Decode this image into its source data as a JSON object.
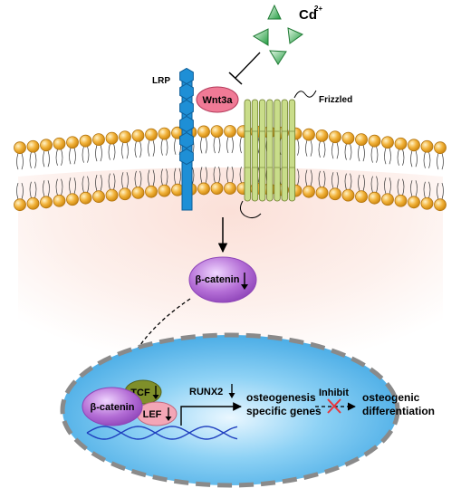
{
  "labels": {
    "cd": "Cd",
    "cd_charge": "2+",
    "lrp": "LRP",
    "wnt3a": "Wnt3a",
    "frizzled": "Frizzled",
    "beta_catenin_cyto": "β-catenin",
    "beta_catenin_nuc": "β-catenin",
    "tcf": "TCF",
    "lef": "LEF",
    "runx2": "RUNX2",
    "genes_line1": "osteogenesis",
    "genes_line2": "specific genes",
    "inhibit": "Inhibit",
    "outcome_line1": "osteogenic",
    "outcome_line2": "differentiation"
  },
  "colors": {
    "background": "#ffffff",
    "cytoplasm_glow": "#fbe3dc",
    "cd_triangle": "#1f9b3f",
    "lrp_blue": "#1e8fd6",
    "wnt3a_pink": "#f07a96",
    "frizzled_green": "#c9dd8a",
    "lipid_orange": "#f2b33b",
    "beta_catenin_purple": "#b46ed6",
    "tcf_olive": "#7f8f2a",
    "lef_pink": "#f3a6b6",
    "nucleus_blue": "#55b6ea",
    "nucleus_border": "#8a8a8a",
    "dna_blue": "#1f3fbf",
    "inhibit_cross": "#e8363b"
  },
  "icons": [
    "cd-triangle-icon",
    "down-arrow-icon",
    "cross-mark-icon"
  ]
}
